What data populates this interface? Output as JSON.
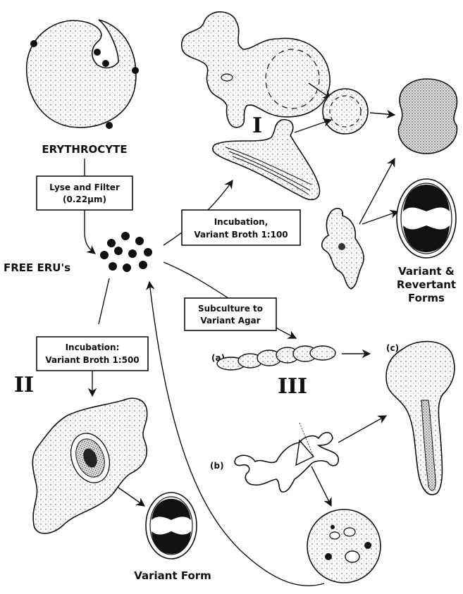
{
  "labels": {
    "erythrocyte": "ERYTHROCYTE",
    "free_erus": "FREE ERU's",
    "variant_revertant_line1": "Variant &",
    "variant_revertant_line2": "Revertant",
    "variant_revertant_line3": "Forms",
    "variant_form": "Variant Form",
    "sub_a": "(a)",
    "sub_b": "(b)",
    "sub_c": "(c)"
  },
  "roman_numerals": {
    "one": "I",
    "two": "II",
    "three": "III"
  },
  "boxes": {
    "lyse_line1": "Lyse and Filter",
    "lyse_line2": "(0.22µm)",
    "incubation_100_line1": "Incubation,",
    "incubation_100_line2": "Variant Broth  1:100",
    "subculture_line1": "Subculture to",
    "subculture_line2": "Variant Agar",
    "incubation_500_line1": "Incubation:",
    "incubation_500_line2": "Variant Broth  1:500"
  },
  "colors": {
    "ink": "#111111",
    "stipple": "#e8e8e8",
    "background": "#ffffff"
  }
}
